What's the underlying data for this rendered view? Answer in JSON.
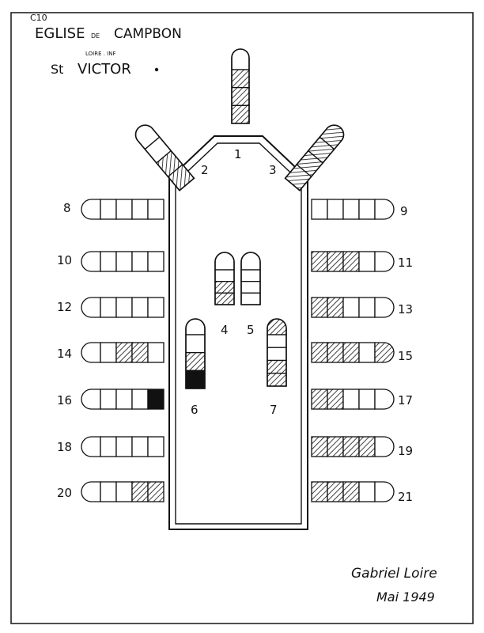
{
  "header": {
    "ref": "C10",
    "title_main": "EGLISE",
    "title_de": "DE",
    "title_place": "CAMPBON",
    "subtitle": "LOIRE . INF",
    "saint_prefix": "St",
    "saint_name": "VICTOR"
  },
  "signature": {
    "name": "Gabriel Loire",
    "date": "Mai 1949"
  },
  "colors": {
    "ink": "#111111",
    "paper": "#ffffff"
  },
  "windows": [
    {
      "number": "1",
      "cells": [
        "blank",
        "hatch",
        "hatch",
        "hatch"
      ]
    },
    {
      "number": "2",
      "cells": [
        "blank",
        "blank",
        "hatch",
        "hatch"
      ]
    },
    {
      "number": "3",
      "cells": [
        "hatch",
        "hatch",
        "hatch",
        "hatch"
      ]
    },
    {
      "number": "4",
      "cells": [
        "blank",
        "blank",
        "hatch",
        "hatch"
      ]
    },
    {
      "number": "5",
      "cells": [
        "blank",
        "blank",
        "blank",
        "blank"
      ]
    },
    {
      "number": "6",
      "cells": [
        "blank",
        "blank",
        "hatch",
        "solid"
      ]
    },
    {
      "number": "7",
      "cells": [
        "hatch",
        "blank",
        "blank",
        "hatch",
        "hatch"
      ]
    },
    {
      "number": "8",
      "cells": [
        "blank",
        "blank",
        "blank",
        "blank",
        "blank"
      ]
    },
    {
      "number": "9",
      "cells": [
        "blank",
        "blank",
        "blank",
        "blank",
        "blank"
      ]
    },
    {
      "number": "10",
      "cells": [
        "blank",
        "blank",
        "blank",
        "blank",
        "blank"
      ]
    },
    {
      "number": "11",
      "cells": [
        "hatch",
        "hatch",
        "hatch",
        "blank",
        "blank"
      ]
    },
    {
      "number": "12",
      "cells": [
        "blank",
        "blank",
        "blank",
        "blank",
        "blank"
      ]
    },
    {
      "number": "13",
      "cells": [
        "hatch",
        "hatch",
        "blank",
        "blank",
        "blank"
      ]
    },
    {
      "number": "14",
      "cells": [
        "blank",
        "blank",
        "hatch",
        "hatch",
        "blank"
      ]
    },
    {
      "number": "15",
      "cells": [
        "hatch",
        "hatch",
        "hatch",
        "blank",
        "hatch"
      ]
    },
    {
      "number": "16",
      "cells": [
        "blank",
        "blank",
        "blank",
        "blank",
        "solid"
      ]
    },
    {
      "number": "17",
      "cells": [
        "hatch",
        "hatch",
        "blank",
        "blank",
        "blank"
      ]
    },
    {
      "number": "18",
      "cells": [
        "blank",
        "blank",
        "blank",
        "blank",
        "blank"
      ]
    },
    {
      "number": "19",
      "cells": [
        "hatch",
        "hatch",
        "hatch",
        "hatch",
        "blank"
      ]
    },
    {
      "number": "20",
      "cells": [
        "blank",
        "blank",
        "blank",
        "hatch",
        "hatch"
      ]
    },
    {
      "number": "21",
      "cells": [
        "hatch",
        "hatch",
        "hatch",
        "blank",
        "blank"
      ]
    }
  ]
}
